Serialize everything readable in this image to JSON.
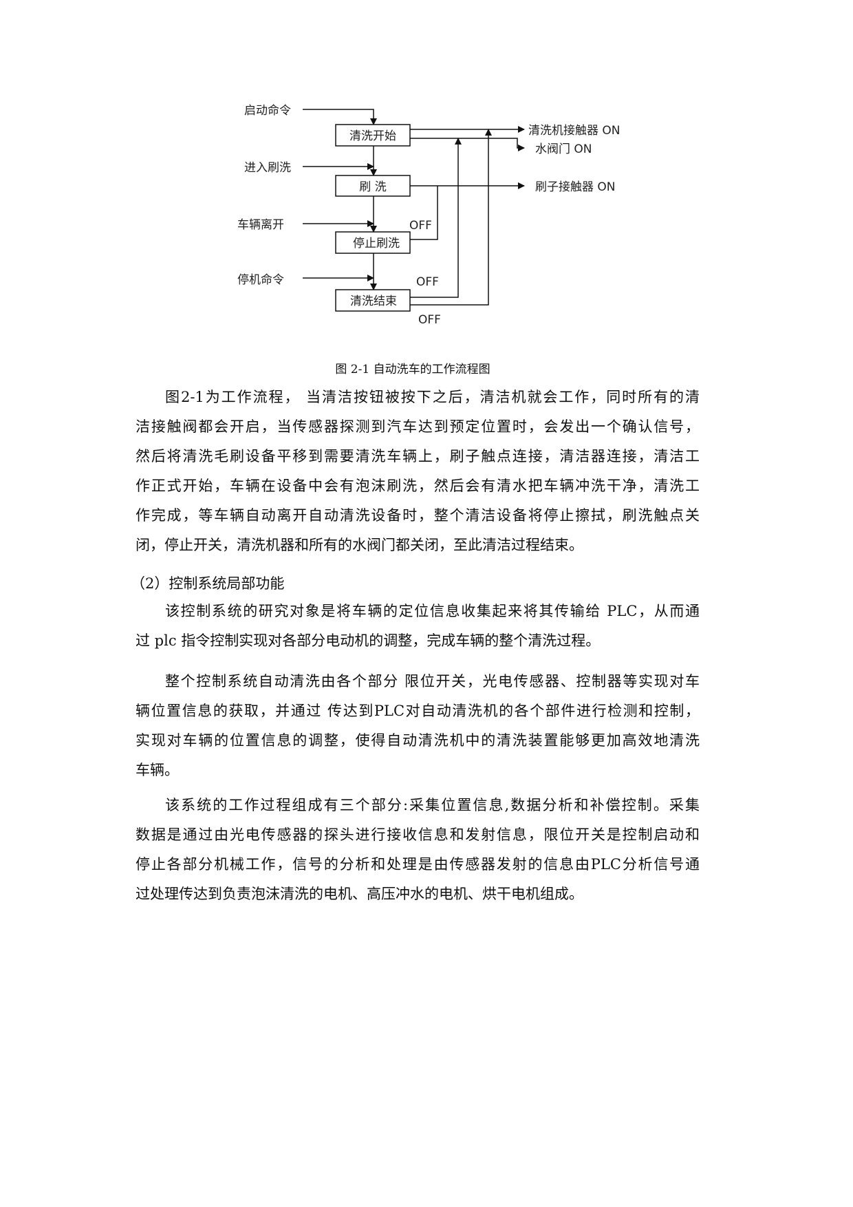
{
  "figure": {
    "inputs": [
      "启动命令",
      "进入刷洗",
      "车辆离开",
      "停机命令"
    ],
    "steps": [
      "清洗开始",
      "刷 洗",
      "停止刷洗",
      "清洗结束"
    ],
    "outputs": [
      "清洗机接触器 ON",
      "水阀门 ON",
      "刷子接触器 ON"
    ],
    "off_labels": [
      "OFF",
      "OFF",
      "OFF"
    ],
    "caption": "图 2-1 自动洗车的工作流程图"
  },
  "body": {
    "p1": [
      "图2-1为工作流程， 当清洁按钮被按下之后，清洁机就会工作，同时所有的清",
      "洁接触阀都会开启，当传感器探测到汽车达到预定位置时，会发出一个确认信号，",
      "然后将清洗毛刷设备平移到需要清洗车辆上，刷子触点连接，清洁器连接，清洁工",
      "作正式开始，车辆在设备中会有泡沫刷洗，然后会有清水把车辆冲洗干净，清洗工",
      "作完成，等车辆自动离开自动清洗设备时，整个清洁设备将停止擦拭，刷洗触点关",
      "闭，停止开关，清洗机器和所有的水阀门都关闭，至此清洁过程结束。"
    ],
    "heading": "（2）控制系统局部功能",
    "p2": [
      "该控制系统的研究对象是将车辆的定位信息收集起来将其传输给 PLC，从而通",
      "过 plc 指令控制实现对各部分电动机的调整，完成车辆的整个清洗过程。"
    ],
    "p3": [
      "整个控制系统自动清洗由各个部分 限位开关，光电传感器、控制器等实现对车",
      "辆位置信息的获取，并通过 传达到PLC对自动清洗机的各个部件进行检测和控制，",
      "实现对车辆的位置信息的调整，使得自动清洗机中的清洗装置能够更加高效地清洗",
      "车辆。"
    ],
    "p4": [
      "该系统的工作过程组成有三个部分:采集位置信息,数据分析和补偿控制。采集",
      "数据是通过由光电传感器的探头进行接收信息和发射信息，限位开关是控制启动和",
      "停止各部分机械工作，信号的分析和处理是由传感器发射的信息由PLC分析信号通",
      "过处理传达到负责泡沫清洗的电机、高压冲水的电机、烘干电机组成。"
    ]
  }
}
